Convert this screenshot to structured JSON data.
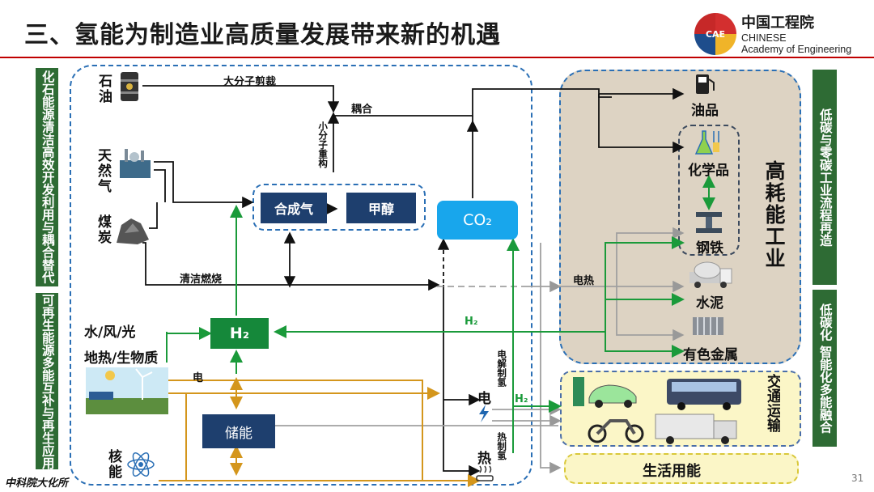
{
  "title": "三、氢能为制造业高质量发展带来新的机遇",
  "logo": {
    "cn": "中国工程院",
    "en_line1": "CHINESE",
    "en_line2": "Academy of Engineering",
    "badge": "CAE"
  },
  "side_labels": {
    "left_top": "化石能源清洁高效开发利用与耦合替代",
    "left_bottom": "可再生能源多能互补与再生应用",
    "right_top": "低碳与零碳工业流程再造",
    "right_bottom": "低碳化 智能化多能融合"
  },
  "sources": {
    "oil": "石油",
    "gas": "天然气",
    "coal": "煤炭",
    "renew1": "水/风/光",
    "renew2": "地热/生物质",
    "nuclear": "核能"
  },
  "process": {
    "syngas": "合成气",
    "methanol": "甲醇",
    "h2": "H₂",
    "storage": "储能",
    "co2": "CO₂",
    "elec": "电",
    "heat": "热"
  },
  "edge_labels": {
    "cracking": "大分子剪裁",
    "coupling": "耦合",
    "reform": "小分子重构",
    "clean_burn": "清洁燃烧",
    "elec": "电",
    "h2_green": "H₂",
    "h2_green2": "H₂",
    "elec_heat": "电热",
    "electrolysis": "电解制氢",
    "thermal_h2": "热制氢"
  },
  "industry": {
    "heading": "高耗能工业",
    "oil_products": "油品",
    "chemicals": "化学品",
    "steel": "钢铁",
    "cement": "水泥",
    "metals": "有色金属"
  },
  "transport": {
    "heading": "交通运输"
  },
  "living": {
    "label": "生活用能"
  },
  "footer": {
    "org": "中科院大化所",
    "page": "31"
  },
  "colors": {
    "blue_box": "#1e3f6e",
    "h2_green": "#1a8a3a",
    "orange": "#d4961c",
    "gray": "#a0a0a0",
    "co2_blue": "#1aa3e8"
  }
}
